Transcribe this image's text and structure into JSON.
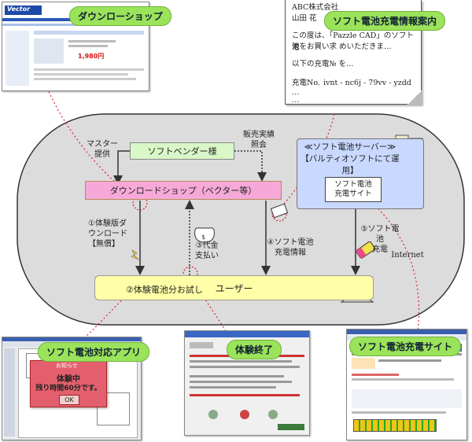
{
  "callouts": {
    "download_shop": "ダウンローショップ",
    "info_notice": "ソフト電池充電情報案内",
    "app": "ソフト電池対応アプリ",
    "trial_end": "体験終了",
    "charge_site": "ソフト電池充電サイト"
  },
  "nodes": {
    "vendor": "ソフトベンダー様",
    "shop": "ダウンロードショップ（ベクター等）",
    "user": "ユーザー",
    "server_title": "≪ソフト電池サーバー≫\n【バルティオソフトにて運用】",
    "charge_site": "ソフト電池\n充電サイト"
  },
  "edges": {
    "master": "マスター\n提供",
    "sales_report": "販売実績\n照会",
    "trial_download": "①体験版ダ\nウンロード\n【無償】",
    "trial_use": "②体験電池分お試し",
    "payment": "③代金\n支払い",
    "charge_info": "④ソフト電池\n充電情報",
    "charge": "⑤ソフト電池\n充電",
    "internet": "Internet"
  },
  "doc": {
    "line1": "ABC株式会社",
    "line2": "山田 花",
    "line3": "この度は、「Pazzle CAD」のソフト電",
    "line4": "池をお買い求 めいただきま…",
    "line5": "以下の充電№ を…",
    "code_label": "充電No.",
    "code_value": "ivnt - nc6j - 79vv - yzdd",
    "ellipsis": "…"
  },
  "dialog": {
    "title": "お知らせ",
    "line1": "体験中",
    "line2": "残り時間60分です。",
    "ok": "OK"
  },
  "vector_logo": "Vector",
  "price": "1,980円",
  "colors": {
    "loop": "#dcdcdc",
    "vendor": "#d9f7c7",
    "shop": "#f6a9d9",
    "user": "#ffffa8",
    "server": "#c8d8ff",
    "callout": "#9be35a",
    "dialog": "#e45f6d"
  }
}
